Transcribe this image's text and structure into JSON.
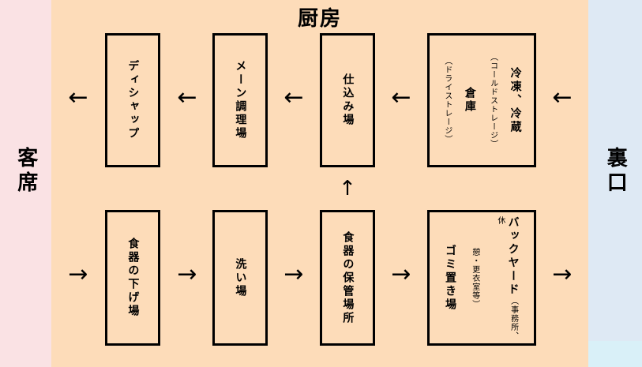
{
  "title": "厨房",
  "zones": {
    "left": {
      "label": "客席"
    },
    "right": {
      "label": "裏口"
    }
  },
  "arrows": {
    "left": "←",
    "right": "→",
    "up": "↑"
  },
  "colors": {
    "peach": "#fddcb9",
    "pink": "#fae2e4",
    "blue": "#dee9f4",
    "cyan": "#d9f0f8",
    "line": "#000000"
  },
  "top_row": {
    "boxes": [
      {
        "label": "ディシャップ"
      },
      {
        "label": "メーン調理場"
      },
      {
        "label": "仕込み場"
      },
      {
        "label_1": "冷凍、冷蔵",
        "paren_1": "（コールドストレージ）",
        "label_2": "倉庫",
        "paren_2": "（ドライストレージ）"
      }
    ]
  },
  "bottom_row": {
    "boxes": [
      {
        "label": "食器の下げ場"
      },
      {
        "label": "洗い場"
      },
      {
        "label": "食器の保管場所"
      },
      {
        "label_1": "バックヤード",
        "paren_1a": "（事務所、休",
        "paren_1b": "憩・更衣室等）",
        "label_2": "ゴミ置き場"
      }
    ]
  }
}
